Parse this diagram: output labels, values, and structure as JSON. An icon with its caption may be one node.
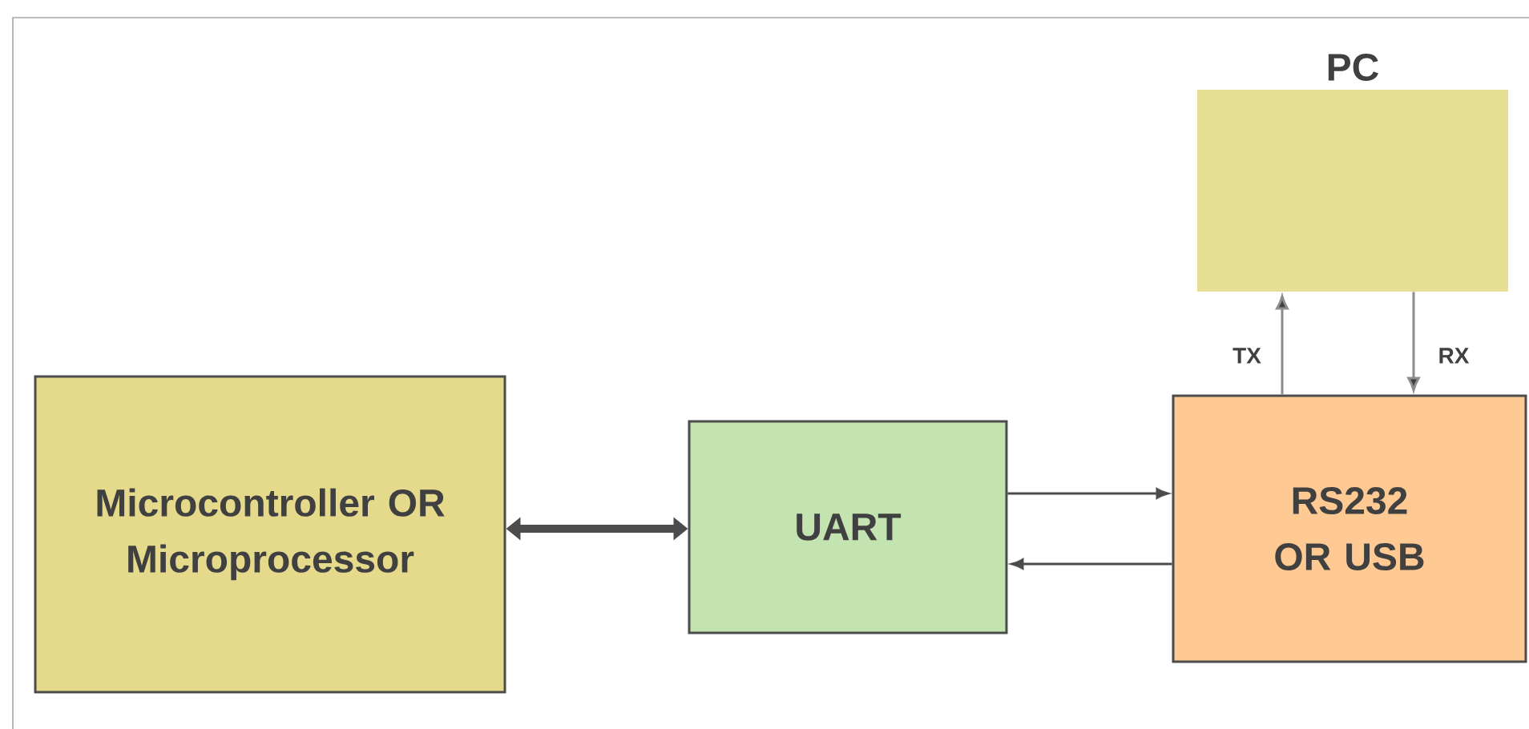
{
  "diagram": {
    "nodes": [
      {
        "text": [
          "Microcontroller OR Microprocessor"
        ]
      },
      {
        "text": [
          "UART"
        ]
      },
      {
        "text": [
          "RS232 OR USB"
        ]
      },
      {
        "text": [
          "PC"
        ]
      }
    ],
    "edges": [
      {
        "from": 0,
        "to": 1,
        "arrow": "both",
        "style": "thick"
      },
      {
        "from": 1,
        "to": 2,
        "arrow": "to"
      },
      {
        "from": 2,
        "to": 1,
        "arrow": "to"
      },
      {
        "from": 2,
        "to": 3,
        "arrow": "to",
        "label": "TX",
        "color": "#8c8c8c"
      },
      {
        "from": 3,
        "to": 2,
        "arrow": "to",
        "label": "RX",
        "color": "#8c8c8c"
      }
    ]
  }
}
